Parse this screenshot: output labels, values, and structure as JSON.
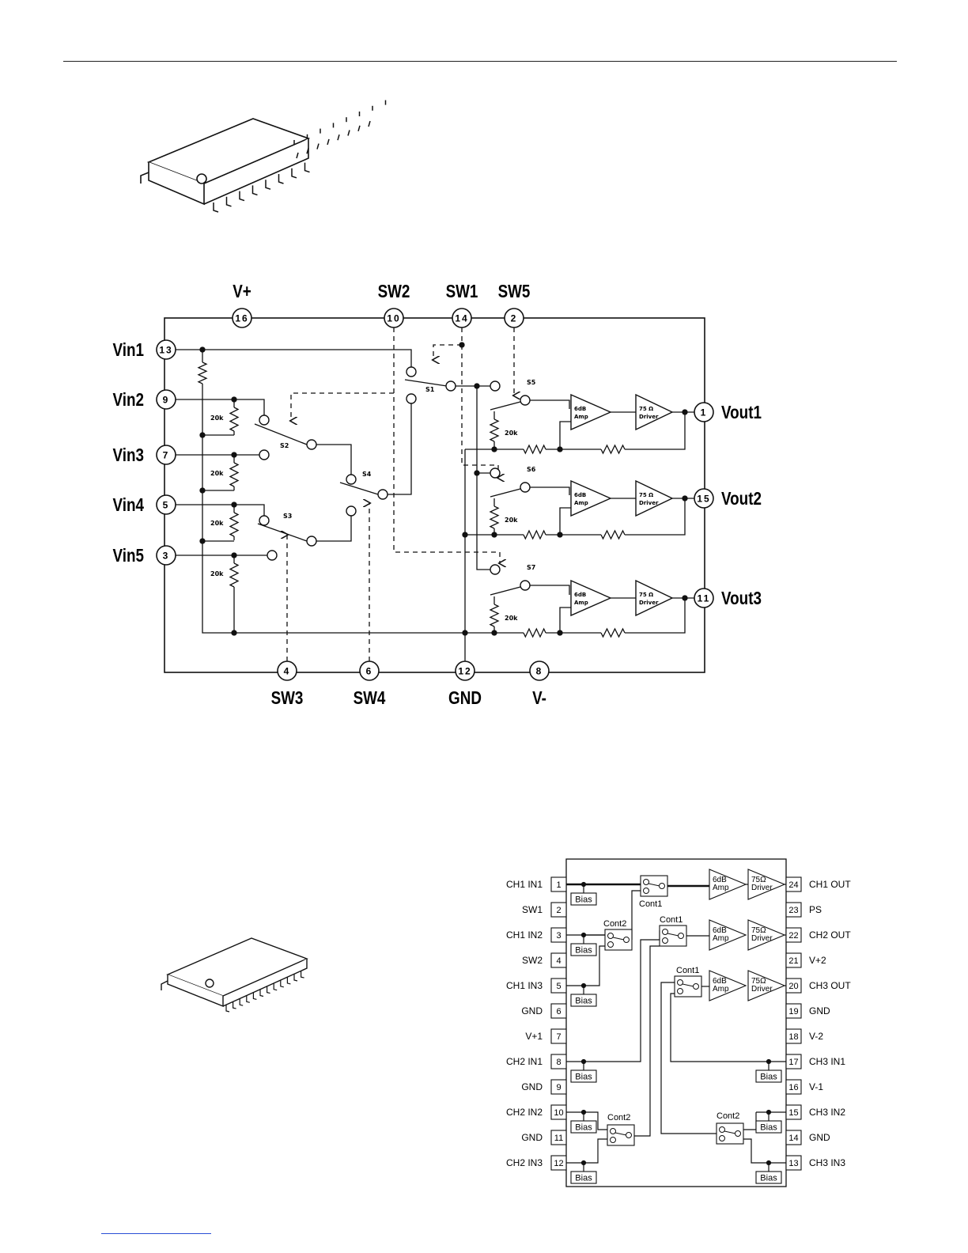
{
  "diagram1": {
    "top_pins": [
      {
        "label": "V+",
        "num": "16"
      },
      {
        "label": "SW2",
        "num": "10"
      },
      {
        "label": "SW1",
        "num": "14"
      },
      {
        "label": "SW5",
        "num": "2"
      }
    ],
    "left_pins": [
      {
        "label": "Vin1",
        "num": "13"
      },
      {
        "label": "Vin2",
        "num": "9"
      },
      {
        "label": "Vin3",
        "num": "7"
      },
      {
        "label": "Vin4",
        "num": "5"
      },
      {
        "label": "Vin5",
        "num": "3"
      }
    ],
    "right_pins": [
      {
        "label": "Vout1",
        "num": "1"
      },
      {
        "label": "Vout2",
        "num": "15"
      },
      {
        "label": "Vout3",
        "num": "11"
      }
    ],
    "bottom_pins": [
      {
        "label": "SW3",
        "num": "4"
      },
      {
        "label": "SW4",
        "num": "6"
      },
      {
        "label": "GND",
        "num": "12"
      },
      {
        "label": "V-",
        "num": "8"
      }
    ],
    "switch_labels": [
      "S1",
      "S2",
      "S3",
      "S4",
      "S5",
      "S6",
      "S7"
    ],
    "resistor_label": "20k",
    "amp_line1": "6dB",
    "amp_line2": "Amp",
    "driver_line1": "75 Ω",
    "driver_line2": "Driver"
  },
  "diagram2": {
    "left_pins": [
      {
        "num": "1",
        "label": "CH1 IN1"
      },
      {
        "num": "2",
        "label": "SW1"
      },
      {
        "num": "3",
        "label": "CH1 IN2"
      },
      {
        "num": "4",
        "label": "SW2"
      },
      {
        "num": "5",
        "label": "CH1 IN3"
      },
      {
        "num": "6",
        "label": "GND"
      },
      {
        "num": "7",
        "label": "V+1"
      },
      {
        "num": "8",
        "label": "CH2 IN1"
      },
      {
        "num": "9",
        "label": "GND"
      },
      {
        "num": "10",
        "label": "CH2 IN2"
      },
      {
        "num": "11",
        "label": "GND"
      },
      {
        "num": "12",
        "label": "CH2 IN3"
      }
    ],
    "right_pins": [
      {
        "num": "24",
        "label": "CH1 OUT"
      },
      {
        "num": "23",
        "label": "PS"
      },
      {
        "num": "22",
        "label": "CH2 OUT"
      },
      {
        "num": "21",
        "label": "V+2"
      },
      {
        "num": "20",
        "label": "CH3 OUT"
      },
      {
        "num": "19",
        "label": "GND"
      },
      {
        "num": "18",
        "label": "V-2"
      },
      {
        "num": "17",
        "label": "CH3 IN1"
      },
      {
        "num": "16",
        "label": "V-1"
      },
      {
        "num": "15",
        "label": "CH3 IN2"
      },
      {
        "num": "14",
        "label": "GND"
      },
      {
        "num": "13",
        "label": "CH3 IN3"
      }
    ],
    "bias_label": "Bias",
    "cont1_label": "Cont1",
    "cont2_label": "Cont2",
    "amp_line1": "6dB",
    "amp_line2": "Amp",
    "driver_line1": "75Ω",
    "driver_line2": "Driver"
  }
}
